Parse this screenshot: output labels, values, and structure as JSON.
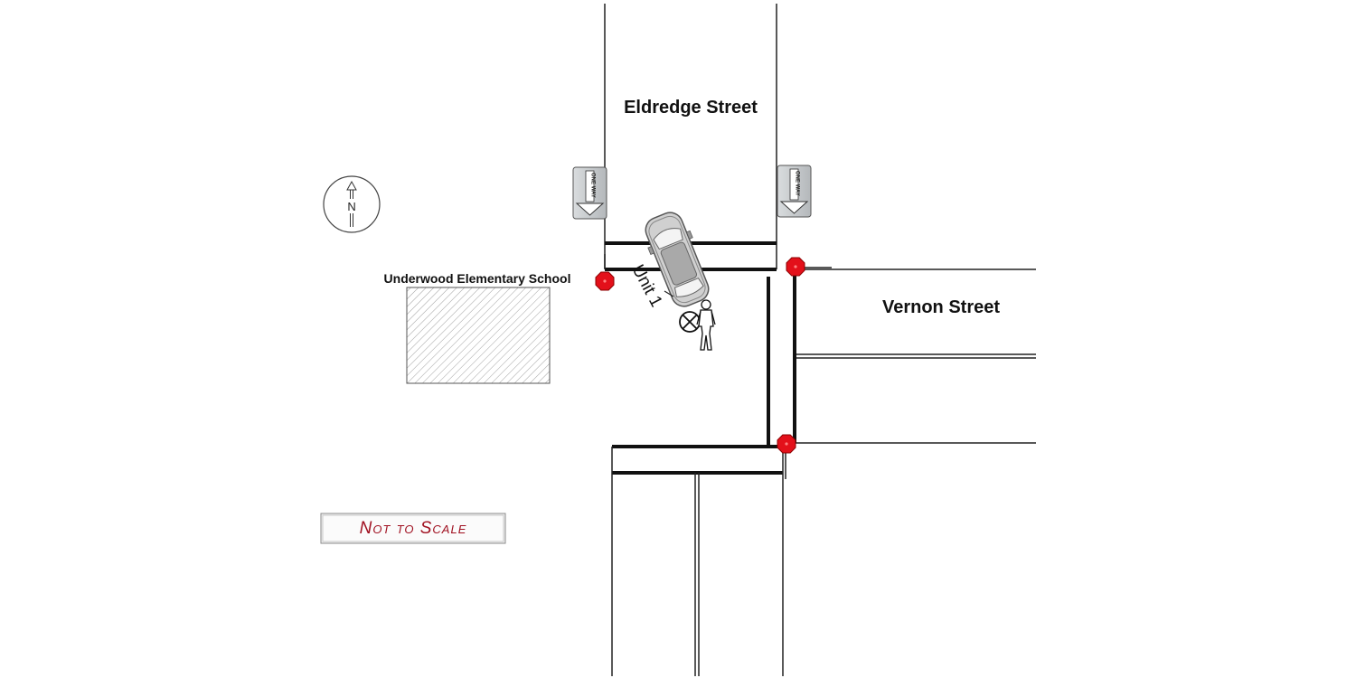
{
  "streets": {
    "north": "Eldredge Street",
    "east": "Vernon Street"
  },
  "school": {
    "label": "Underwood Elementary School"
  },
  "vehicle": {
    "label": "Unit 1"
  },
  "compass": {
    "letter": "N"
  },
  "one_way_sign": {
    "text": "ONE WAY"
  },
  "scale_note": "Not to Scale",
  "colors": {
    "stop_sign": "#e3101a",
    "car_body": "#c9c9c9",
    "sign_gray": "#c4c7c9",
    "scale_text": "#a01020",
    "school_hatch": "#9a9a9a"
  }
}
